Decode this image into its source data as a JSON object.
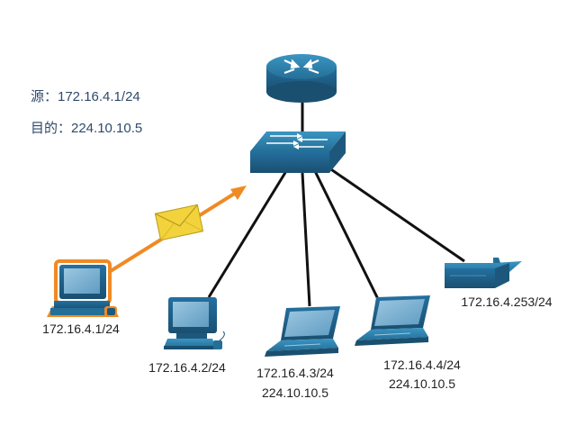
{
  "info": {
    "source": "源：172.16.4.1/24",
    "destination": "目的：224.10.10.5"
  },
  "devices": {
    "sender_pc": {
      "ip": "172.16.4.1/24"
    },
    "pc2": {
      "ip": "172.16.4.2/24"
    },
    "laptop3": {
      "ip": "172.16.4.3/24",
      "multicast": "224.10.10.5"
    },
    "laptop4": {
      "ip": "172.16.4.4/24",
      "multicast": "224.10.10.5"
    },
    "printer": {
      "ip": "172.16.4.253/24"
    }
  },
  "colors": {
    "device_blue": "#2a7da8",
    "device_dark": "#1c5577",
    "highlight_orange": "#f08a24",
    "envelope": "#f3d33c"
  }
}
